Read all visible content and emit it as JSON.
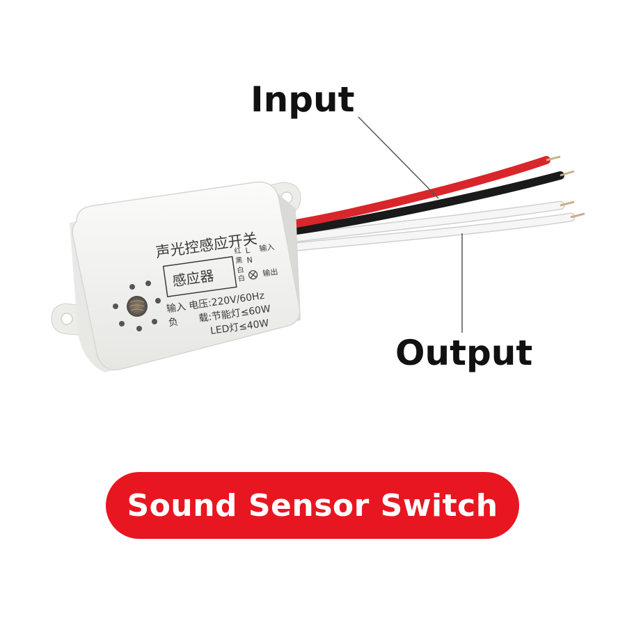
{
  "labels": {
    "input": "Input",
    "output": "Output",
    "title": "Sound Sensor Switch"
  },
  "device": {
    "header": "声光控感应开关",
    "box_label": "感应器",
    "wire_red": "红",
    "wire_black": "黑",
    "wire_white": "白",
    "term_L": "L",
    "term_N": "N",
    "input_mark": "输入",
    "output_mark": "输出",
    "spec_voltage": "输入 电压:220V/60Hz",
    "spec_load_prefix": "负",
    "spec_cfl": "载:节能灯≤60W",
    "spec_led": "LED灯≤40W"
  },
  "colors": {
    "badge": "#e81620",
    "wire_red": "#d8262b",
    "wire_black": "#1a1a1a",
    "wire_white": "#f2f2f2",
    "housing": "#f4f4f2"
  }
}
